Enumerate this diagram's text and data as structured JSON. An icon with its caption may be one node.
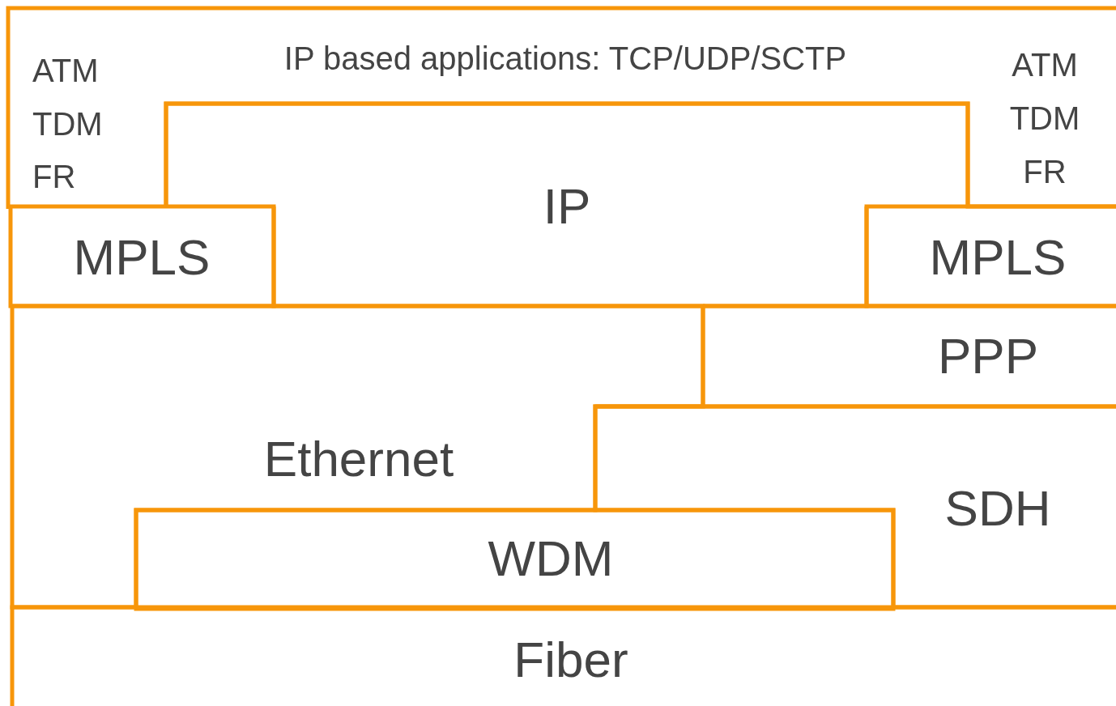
{
  "diagram": {
    "nodes": [
      {
        "text": [
          "IP based applications: TCP/UDP/SCTP"
        ]
      },
      {
        "text": [
          "IP"
        ]
      },
      {
        "text": [
          "MPLS"
        ]
      },
      {
        "text": [
          "MPLS"
        ]
      },
      {
        "text": [
          "PPP"
        ]
      },
      {
        "text": [
          "Ethernet"
        ]
      },
      {
        "text": [
          "SDH"
        ]
      },
      {
        "text": [
          "WDM"
        ]
      },
      {
        "text": [
          "Fiber"
        ]
      }
    ],
    "edges": [],
    "labels": [
      "ATM",
      "TDM",
      "FR",
      "ATM",
      "TDM",
      "FR"
    ]
  }
}
